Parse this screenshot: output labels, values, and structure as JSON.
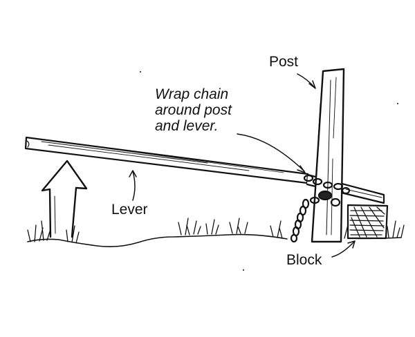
{
  "labels": {
    "post": "Post",
    "wrap_line1": "Wrap chain",
    "wrap_line2": "around post",
    "wrap_line3": "and lever.",
    "lever": "Lever",
    "block": "Block"
  },
  "colors": {
    "ink": "#111111",
    "paper": "#ffffff"
  }
}
